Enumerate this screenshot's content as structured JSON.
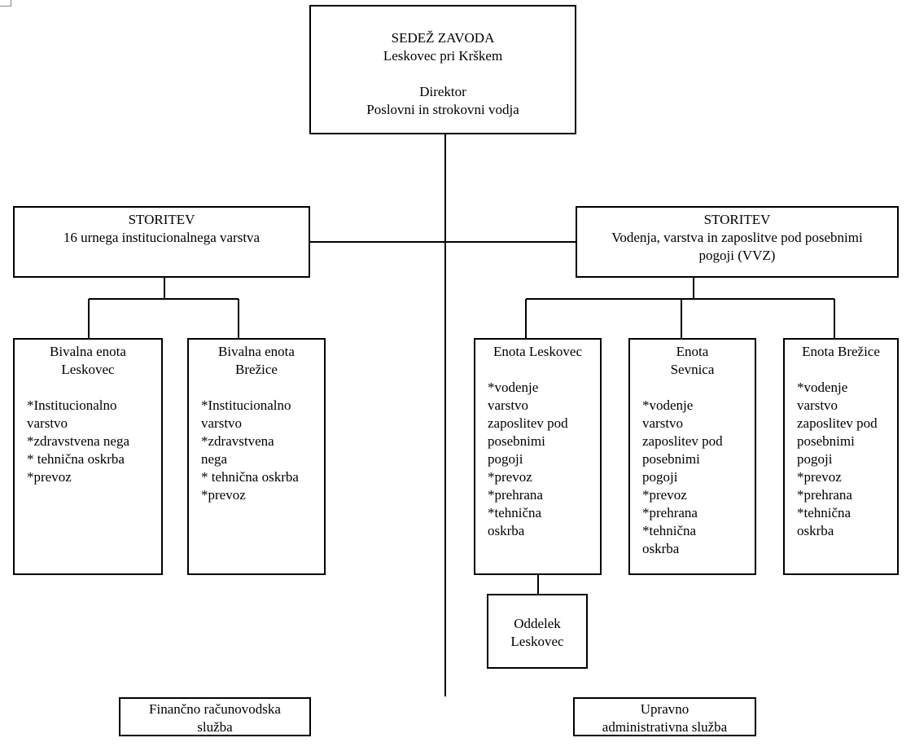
{
  "head": {
    "title": "SEDEŽ ZAVODA",
    "location": "Leskovec pri Krškem",
    "role": "Direktor",
    "role_desc": "Poslovni in strokovni vodja"
  },
  "service_left": {
    "title": "STORITEV",
    "name": "16 urnega institucionalnega varstva"
  },
  "service_right": {
    "title": "STORITEV",
    "name_line1": "Vodenja, varstva in zaposlitve pod posebnimi",
    "name_line2": "pogoji (VVZ)"
  },
  "unit_bivalna_leskovec": {
    "title1": "Bivalna enota",
    "title2": "Leskovec",
    "items": [
      "*Institucionalno",
      "varstvo",
      "*zdravstvena nega",
      "* tehnična oskrba",
      "*prevoz"
    ]
  },
  "unit_bivalna_brezice": {
    "title1": "Bivalna enota",
    "title2": "Brežice",
    "items": [
      "*Institucionalno",
      "varstvo",
      "*zdravstvena",
      "nega",
      "* tehnična oskrba",
      "*prevoz"
    ]
  },
  "unit_leskovec": {
    "title1": "Enota Leskovec",
    "items": [
      "*vodenje",
      "varstvo",
      "zaposlitev pod",
      "posebnimi",
      "pogoji",
      "*prevoz",
      "*prehrana",
      "*tehnična",
      "oskrba"
    ]
  },
  "unit_sevnica": {
    "title1": "Enota",
    "title2": "Sevnica",
    "items": [
      "*vodenje",
      "varstvo",
      "zaposlitev pod",
      "posebnimi",
      "pogoji",
      "*prevoz",
      "*prehrana",
      "*tehnična",
      "oskrba"
    ]
  },
  "unit_brezice": {
    "title1": "Enota Brežice",
    "items": [
      "*vodenje",
      "varstvo",
      "zaposlitev pod",
      "posebnimi",
      "pogoji",
      "*prevoz",
      "*prehrana",
      "*tehnična",
      "oskrba"
    ]
  },
  "dept_leskovec": {
    "line1": "Oddelek",
    "line2": "Leskovec"
  },
  "finance": {
    "line1": "Finančno računovodska",
    "line2": "služba"
  },
  "admin": {
    "line1": "Upravno",
    "line2": "administrativna služba"
  }
}
